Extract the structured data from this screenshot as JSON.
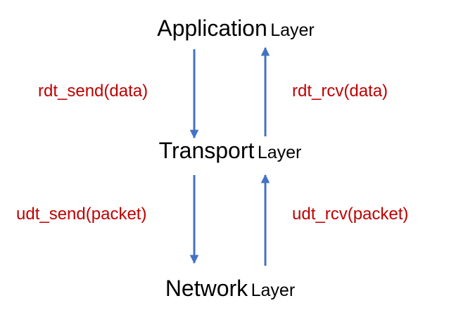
{
  "colors": {
    "arrow": "#4472C4",
    "call_text": "#C00000",
    "layer_text": "#000000"
  },
  "layers": {
    "application": {
      "name": "Application",
      "suffix": "Layer"
    },
    "transport": {
      "name": "Transport",
      "suffix": "Layer"
    },
    "network": {
      "name": "Network",
      "suffix": "Layer"
    }
  },
  "calls": {
    "rdt_send": "rdt_send(data)",
    "rdt_rcv": "rdt_rcv(data)",
    "udt_send": "udt_send(packet)",
    "udt_rcv": "udt_rcv(packet)"
  }
}
